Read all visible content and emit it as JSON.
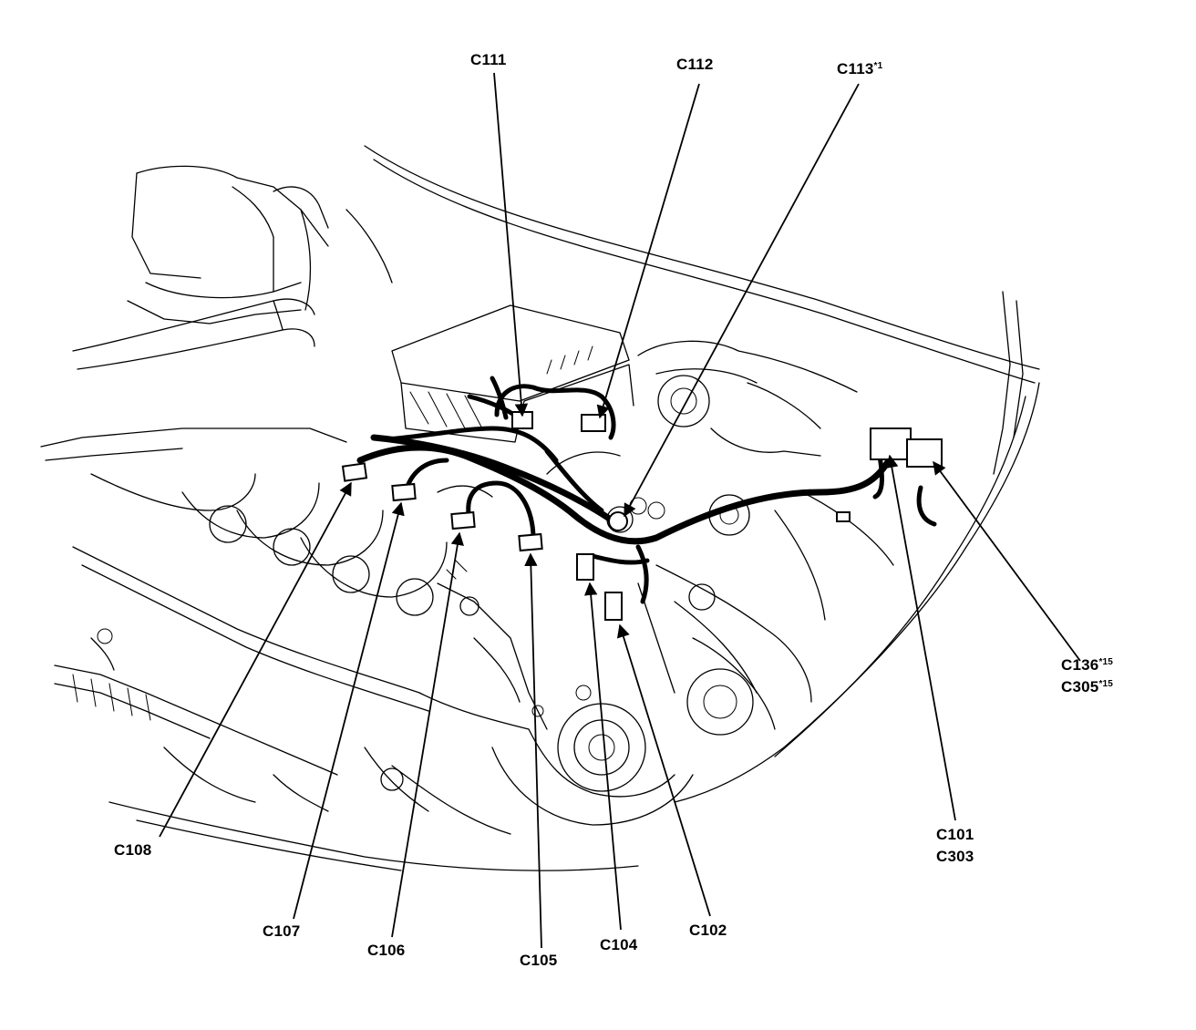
{
  "diagram": {
    "labels": {
      "c111": "C111",
      "c112": "C112",
      "c113": "C113",
      "c113_note": "*1",
      "c136": "C136",
      "c136_note": "*15",
      "c305": "C305",
      "c305_note": "*15",
      "c101": "C101",
      "c303": "C303",
      "c108": "C108",
      "c107": "C107",
      "c106": "C106",
      "c105": "C105",
      "c104": "C104",
      "c102": "C102"
    }
  }
}
